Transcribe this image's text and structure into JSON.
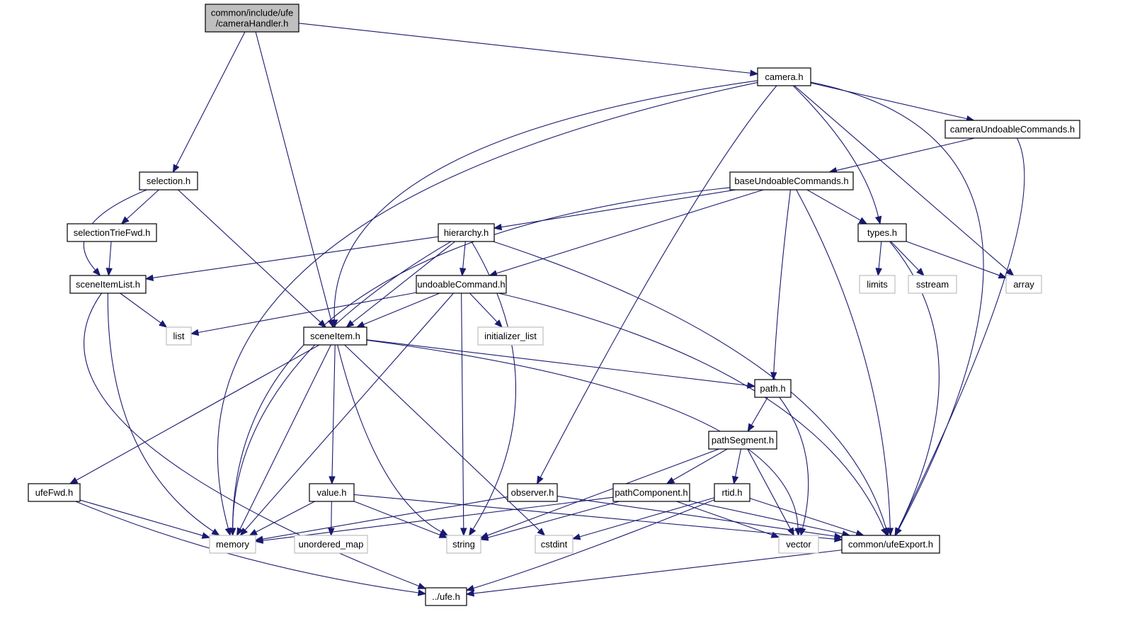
{
  "title": "common/include/ufe/cameraHandler.h include dependency graph",
  "colors": {
    "edge": "#191970",
    "root_fill": "#bfbfbf",
    "internal_border": "#000000",
    "external_border": "#bfbfbf"
  },
  "nodes": [
    {
      "id": "cameraHandler",
      "label": [
        "common/include/ufe",
        "/cameraHandler.h"
      ],
      "kind": "root"
    },
    {
      "id": "camera",
      "label": [
        "camera.h"
      ],
      "kind": "internal"
    },
    {
      "id": "cameraUndoableCommands",
      "label": [
        "cameraUndoableCommands.h"
      ],
      "kind": "internal"
    },
    {
      "id": "baseUndoableCommands",
      "label": [
        "baseUndoableCommands.h"
      ],
      "kind": "internal"
    },
    {
      "id": "selection",
      "label": [
        "selection.h"
      ],
      "kind": "internal"
    },
    {
      "id": "selectionTrieFwd",
      "label": [
        "selectionTrieFwd.h"
      ],
      "kind": "internal"
    },
    {
      "id": "sceneItemList",
      "label": [
        "sceneItemList.h"
      ],
      "kind": "internal"
    },
    {
      "id": "hierarchy",
      "label": [
        "hierarchy.h"
      ],
      "kind": "internal"
    },
    {
      "id": "undoableCommand",
      "label": [
        "undoableCommand.h"
      ],
      "kind": "internal"
    },
    {
      "id": "types",
      "label": [
        "types.h"
      ],
      "kind": "internal"
    },
    {
      "id": "limits",
      "label": [
        "limits"
      ],
      "kind": "external"
    },
    {
      "id": "sstream",
      "label": [
        "sstream"
      ],
      "kind": "external"
    },
    {
      "id": "array",
      "label": [
        "array"
      ],
      "kind": "external"
    },
    {
      "id": "list",
      "label": [
        "list"
      ],
      "kind": "external"
    },
    {
      "id": "sceneItem",
      "label": [
        "sceneItem.h"
      ],
      "kind": "internal"
    },
    {
      "id": "initializer_list",
      "label": [
        "initializer_list"
      ],
      "kind": "external"
    },
    {
      "id": "path",
      "label": [
        "path.h"
      ],
      "kind": "internal"
    },
    {
      "id": "pathSegment",
      "label": [
        "pathSegment.h"
      ],
      "kind": "internal"
    },
    {
      "id": "ufeFwd",
      "label": [
        "ufeFwd.h"
      ],
      "kind": "internal"
    },
    {
      "id": "value",
      "label": [
        "value.h"
      ],
      "kind": "internal"
    },
    {
      "id": "observer",
      "label": [
        "observer.h"
      ],
      "kind": "internal"
    },
    {
      "id": "pathComponent",
      "label": [
        "pathComponent.h"
      ],
      "kind": "internal"
    },
    {
      "id": "rtid",
      "label": [
        "rtid.h"
      ],
      "kind": "internal"
    },
    {
      "id": "memory",
      "label": [
        "memory"
      ],
      "kind": "external"
    },
    {
      "id": "unordered_map",
      "label": [
        "unordered_map"
      ],
      "kind": "external"
    },
    {
      "id": "string",
      "label": [
        "string"
      ],
      "kind": "external"
    },
    {
      "id": "cstdint",
      "label": [
        "cstdint"
      ],
      "kind": "external"
    },
    {
      "id": "vector",
      "label": [
        "vector"
      ],
      "kind": "external"
    },
    {
      "id": "ufeExport",
      "label": [
        "common/ufeExport.h"
      ],
      "kind": "internal"
    },
    {
      "id": "ufe",
      "label": [
        "../ufe.h"
      ],
      "kind": "internal"
    }
  ],
  "edges": [
    [
      "cameraHandler",
      "camera"
    ],
    [
      "cameraHandler",
      "selection"
    ],
    [
      "cameraHandler",
      "sceneItem"
    ],
    [
      "camera",
      "cameraUndoableCommands"
    ],
    [
      "camera",
      "types"
    ],
    [
      "camera",
      "array"
    ],
    [
      "camera",
      "ufeExport"
    ],
    [
      "camera",
      "sceneItem"
    ],
    [
      "camera",
      "memory"
    ],
    [
      "camera",
      "observer"
    ],
    [
      "cameraUndoableCommands",
      "baseUndoableCommands"
    ],
    [
      "cameraUndoableCommands",
      "ufeExport"
    ],
    [
      "baseUndoableCommands",
      "hierarchy"
    ],
    [
      "baseUndoableCommands",
      "types"
    ],
    [
      "baseUndoableCommands",
      "undoableCommand"
    ],
    [
      "baseUndoableCommands",
      "path"
    ],
    [
      "baseUndoableCommands",
      "ufeExport"
    ],
    [
      "baseUndoableCommands",
      "memory"
    ],
    [
      "selection",
      "selectionTrieFwd"
    ],
    [
      "selection",
      "sceneItemList"
    ],
    [
      "selection",
      "sceneItem"
    ],
    [
      "selectionTrieFwd",
      "sceneItemList"
    ],
    [
      "sceneItemList",
      "list"
    ],
    [
      "sceneItemList",
      "memory"
    ],
    [
      "sceneItemList",
      "ufe"
    ],
    [
      "hierarchy",
      "sceneItemList"
    ],
    [
      "hierarchy",
      "undoableCommand"
    ],
    [
      "hierarchy",
      "sceneItem"
    ],
    [
      "hierarchy",
      "memory"
    ],
    [
      "hierarchy",
      "string"
    ],
    [
      "hierarchy",
      "ufeExport"
    ],
    [
      "undoableCommand",
      "list"
    ],
    [
      "undoableCommand",
      "sceneItem"
    ],
    [
      "undoableCommand",
      "initializer_list"
    ],
    [
      "undoableCommand",
      "string"
    ],
    [
      "undoableCommand",
      "memory"
    ],
    [
      "undoableCommand",
      "ufeExport"
    ],
    [
      "types",
      "limits"
    ],
    [
      "types",
      "sstream"
    ],
    [
      "types",
      "array"
    ],
    [
      "types",
      "ufeExport"
    ],
    [
      "sceneItem",
      "path"
    ],
    [
      "sceneItem",
      "ufeFwd"
    ],
    [
      "sceneItem",
      "value"
    ],
    [
      "sceneItem",
      "memory"
    ],
    [
      "sceneItem",
      "string"
    ],
    [
      "sceneItem",
      "cstdint"
    ],
    [
      "sceneItem",
      "vector"
    ],
    [
      "path",
      "pathSegment"
    ],
    [
      "path",
      "vector"
    ],
    [
      "pathSegment",
      "pathComponent"
    ],
    [
      "pathSegment",
      "rtid"
    ],
    [
      "pathSegment",
      "string"
    ],
    [
      "pathSegment",
      "vector"
    ],
    [
      "ufeFwd",
      "memory"
    ],
    [
      "ufeFwd",
      "ufe"
    ],
    [
      "value",
      "unordered_map"
    ],
    [
      "value",
      "memory"
    ],
    [
      "value",
      "string"
    ],
    [
      "value",
      "ufeExport"
    ],
    [
      "observer",
      "memory"
    ],
    [
      "observer",
      "ufeExport"
    ],
    [
      "pathComponent",
      "string"
    ],
    [
      "pathComponent",
      "memory"
    ],
    [
      "pathComponent",
      "vector"
    ],
    [
      "pathComponent",
      "ufeExport"
    ],
    [
      "rtid",
      "cstdint"
    ],
    [
      "rtid",
      "ufe"
    ],
    [
      "rtid",
      "ufeExport"
    ],
    [
      "ufeExport",
      "ufe"
    ]
  ]
}
